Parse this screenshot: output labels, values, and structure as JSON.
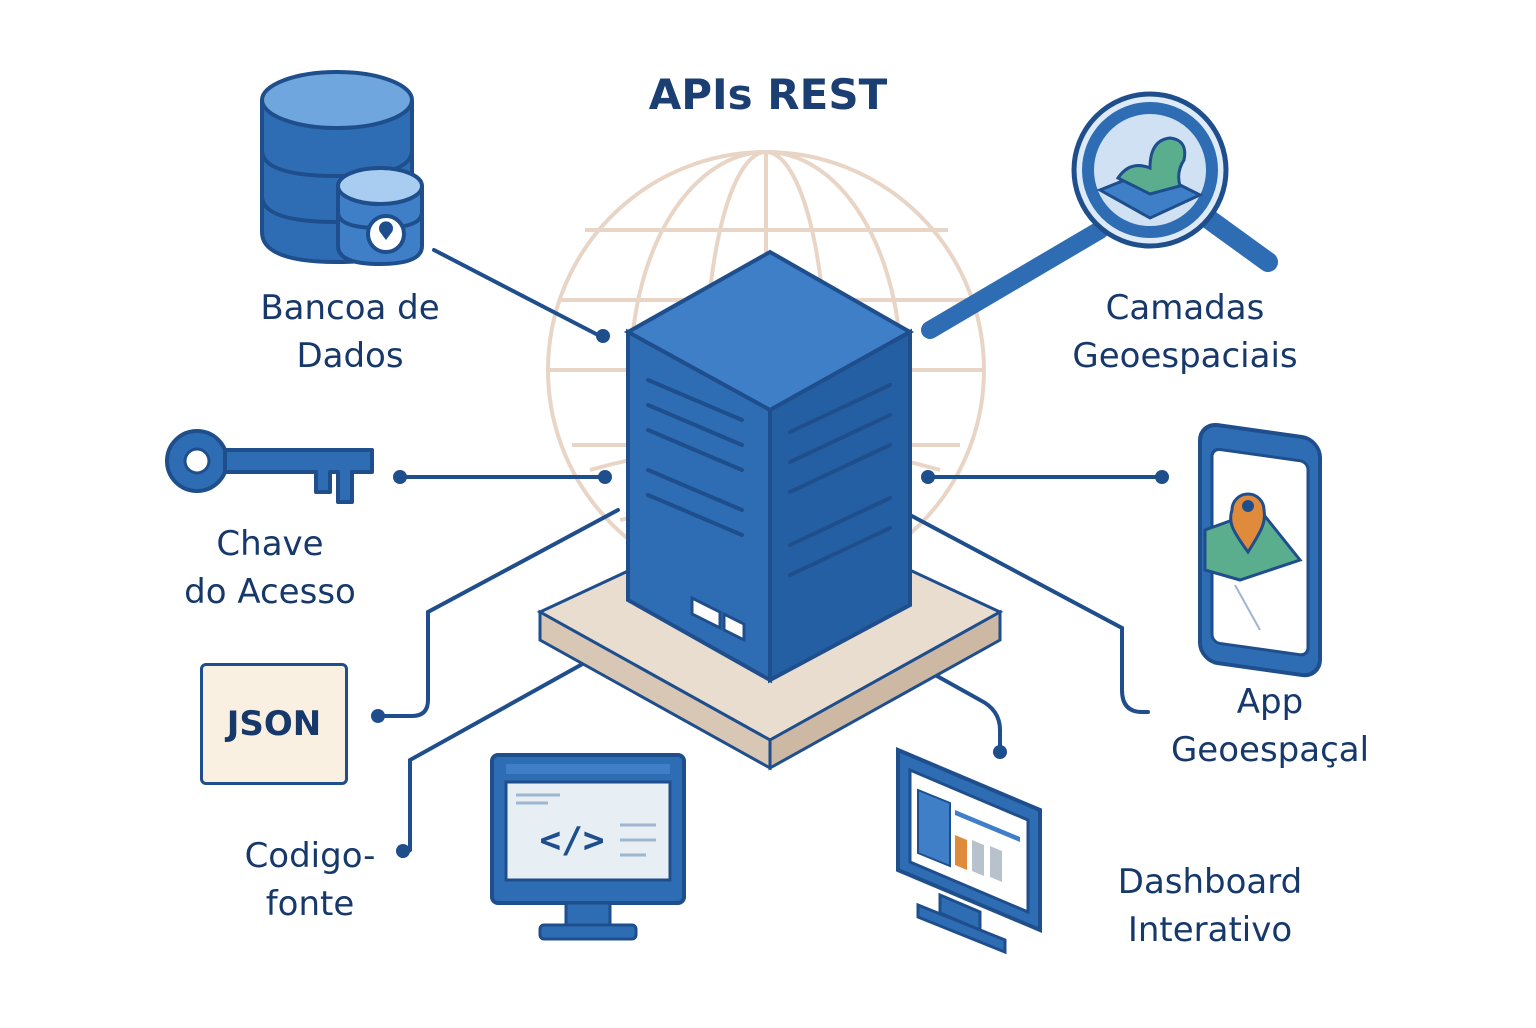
{
  "title": "APIs REST",
  "nodes": {
    "database": {
      "line1": "Bancoa de",
      "line2": "Dados",
      "icon": "database-icon"
    },
    "geo_layers": {
      "line1": "Camadas",
      "line2": "Geoespaciais",
      "icon": "magnifier-map-icon"
    },
    "access_key": {
      "line1": "Chave",
      "line2": "do Acesso",
      "icon": "key-icon"
    },
    "geo_app": {
      "line1": "App",
      "line2": "Geoespaçal",
      "icon": "phone-map-icon"
    },
    "json": {
      "label": "JSON",
      "icon": "json-box"
    },
    "source_code": {
      "line1": "Codigo-",
      "line2": "fonte",
      "icon": "monitor-code-icon"
    },
    "dashboard": {
      "line1": "Dashboard",
      "line2": "Interativo",
      "icon": "monitor-dashboard-icon"
    }
  },
  "center": {
    "icon": "server-icon",
    "background": "globe-icon"
  },
  "colors": {
    "primary": "#2e6db4",
    "dark": "#1f4e8c",
    "text": "#16386b",
    "globe": "#e8d5c6",
    "platform": "#e9ddd0",
    "accent_orange": "#e08a3c",
    "accent_green": "#5aae8e"
  }
}
